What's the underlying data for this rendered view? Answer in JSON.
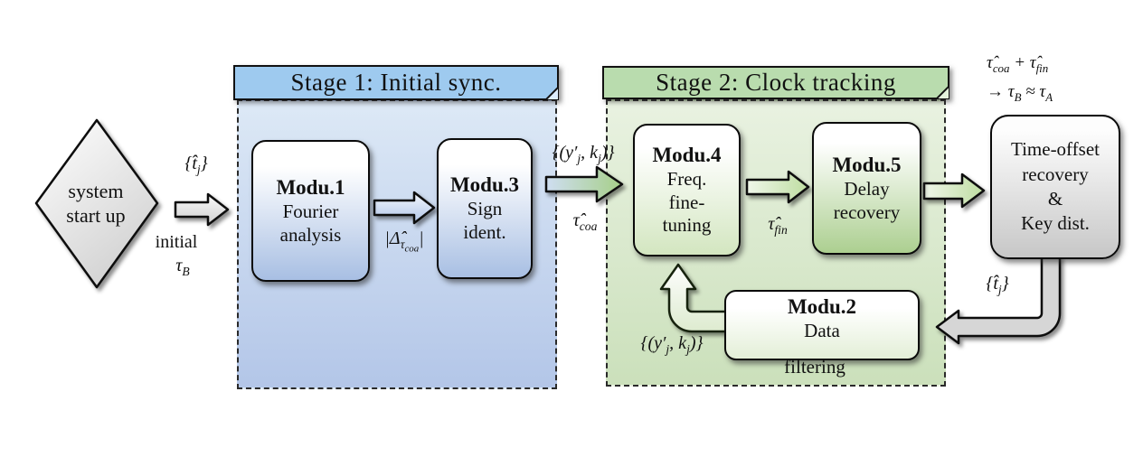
{
  "colors": {
    "stage1_ribbon": "#9ecaef",
    "stage1_region_top": "#dde9f6",
    "stage1_region_bottom": "#b3c6e8",
    "stage2_ribbon": "#b9dcae",
    "stage2_region_top": "#e9f2e1",
    "stage2_region_bottom": "#cbe0bb",
    "module_blue": "#a8bfe3",
    "module_green": "#accf90",
    "output_gray": "#c7c7c7",
    "arrow_gray": "#d6d6d6"
  },
  "start_diamond": {
    "line1": "system",
    "line2": "start up"
  },
  "stage1": {
    "header": "Stage 1: Initial sync.",
    "modu1": {
      "title": "Modu.1",
      "line1": "Fourier",
      "line2": "analysis"
    },
    "modu3": {
      "title": "Modu.3",
      "line1": "Sign",
      "line2": "ident."
    }
  },
  "stage2": {
    "header": "Stage 2: Clock tracking",
    "modu4": {
      "title": "Modu.4",
      "line1": "Freq.",
      "line2": "fine-",
      "line3": "tuning"
    },
    "modu5": {
      "title": "Modu.5",
      "line1": "Delay",
      "line2": "recovery"
    },
    "modu2": {
      "title": "Modu.2",
      "line1": "Data",
      "line2": "filtering"
    }
  },
  "output_box": {
    "line1": "Time-offset",
    "line2": "recovery",
    "line3": "&",
    "line4": "Key dist."
  },
  "labels": {
    "t_hat_set": {
      "pre": "{t̂",
      "sub": "j",
      "post": "}"
    },
    "initial": "initial",
    "tau_b": {
      "base": "τ",
      "sub": "B"
    },
    "delta_abs": {
      "pre": "|Δ̂",
      "sub1": "τ",
      "sub2": "coa",
      "post": "|"
    },
    "yk_set": {
      "p1": "{(y′",
      "s1": "j",
      "p2": ", k",
      "s2": "j",
      "p3": ")}"
    },
    "tau_coa": {
      "base": "τ̂",
      "sub": "coa"
    },
    "tau_fin": {
      "base": "τ̂",
      "sub": "fin"
    },
    "result_line1": {
      "p1": "τ̂",
      "s1": "coa",
      "p2": " + τ̂",
      "s2": "fin"
    },
    "result_line2": {
      "p1": "→ τ",
      "s1": "B",
      "p2": " ≈ τ",
      "s2": "A"
    }
  }
}
